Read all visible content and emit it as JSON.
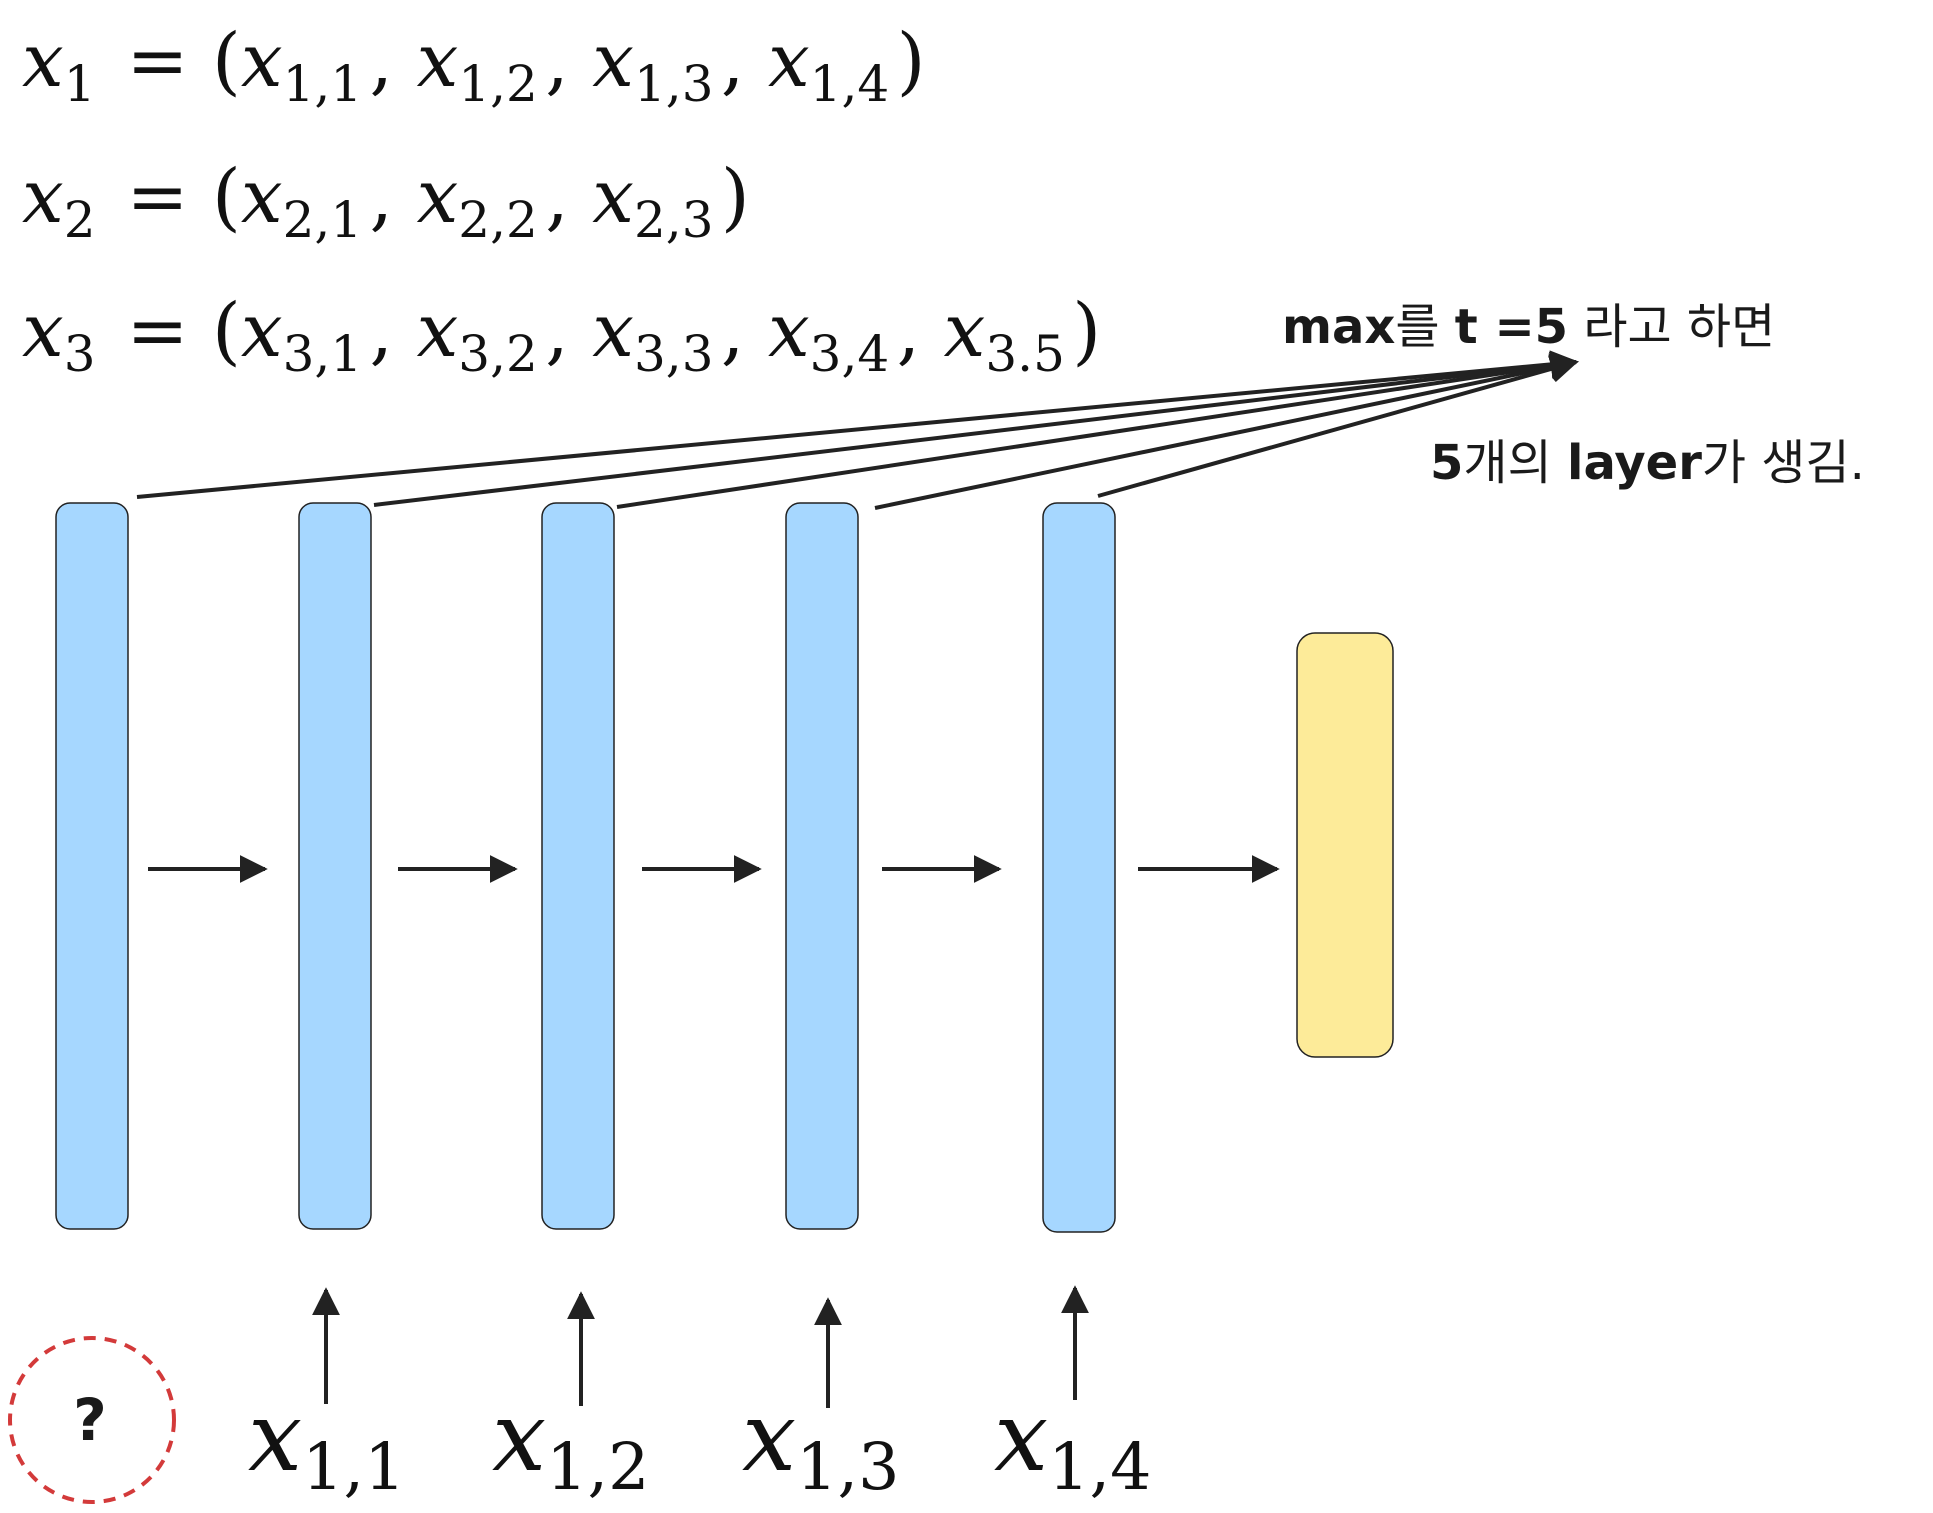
{
  "colors": {
    "layer_fill": "#a6d7ff",
    "output_fill": "#fdeb99",
    "stroke": "#222222",
    "placeholder_ring": "#d33a3a"
  },
  "equations": [
    {
      "var": "x",
      "sub": "1",
      "eq": "=",
      "open": "(",
      "close": ")",
      "terms": [
        {
          "base": "x",
          "sub": "1,1"
        },
        {
          "base": "x",
          "sub": "1,2"
        },
        {
          "base": "x",
          "sub": "1,3"
        },
        {
          "base": "x",
          "sub": "1,4"
        }
      ]
    },
    {
      "var": "x",
      "sub": "2",
      "eq": "=",
      "open": "(",
      "close": ")",
      "terms": [
        {
          "base": "x",
          "sub": "2,1"
        },
        {
          "base": "x",
          "sub": "2,2"
        },
        {
          "base": "x",
          "sub": "2,3"
        }
      ]
    },
    {
      "var": "x",
      "sub": "3",
      "eq": "=",
      "open": "(",
      "close": ")",
      "terms": [
        {
          "base": "x",
          "sub": "3,1"
        },
        {
          "base": "x",
          "sub": "3,2"
        },
        {
          "base": "x",
          "sub": "3,3"
        },
        {
          "base": "x",
          "sub": "3,4"
        },
        {
          "base": "x",
          "sub": "3.5"
        }
      ]
    }
  ],
  "annotation": {
    "line1": [
      {
        "text": "max",
        "bold": true
      },
      {
        "text": "를 ",
        "bold": false
      },
      {
        "text": "t =5",
        "bold": true
      },
      {
        "text": " 라고 하면",
        "bold": false
      }
    ],
    "line2": [
      {
        "text": "5",
        "bold": true
      },
      {
        "text": "개의 ",
        "bold": false
      },
      {
        "text": "layer",
        "bold": true
      },
      {
        "text": "가 생김.",
        "bold": false
      }
    ]
  },
  "input_labels": [
    {
      "base": "x",
      "sub": "1,1"
    },
    {
      "base": "x",
      "sub": "1,2"
    },
    {
      "base": "x",
      "sub": "1,3"
    },
    {
      "base": "x",
      "sub": "1,4"
    }
  ],
  "placeholder": {
    "symbol": "?"
  }
}
